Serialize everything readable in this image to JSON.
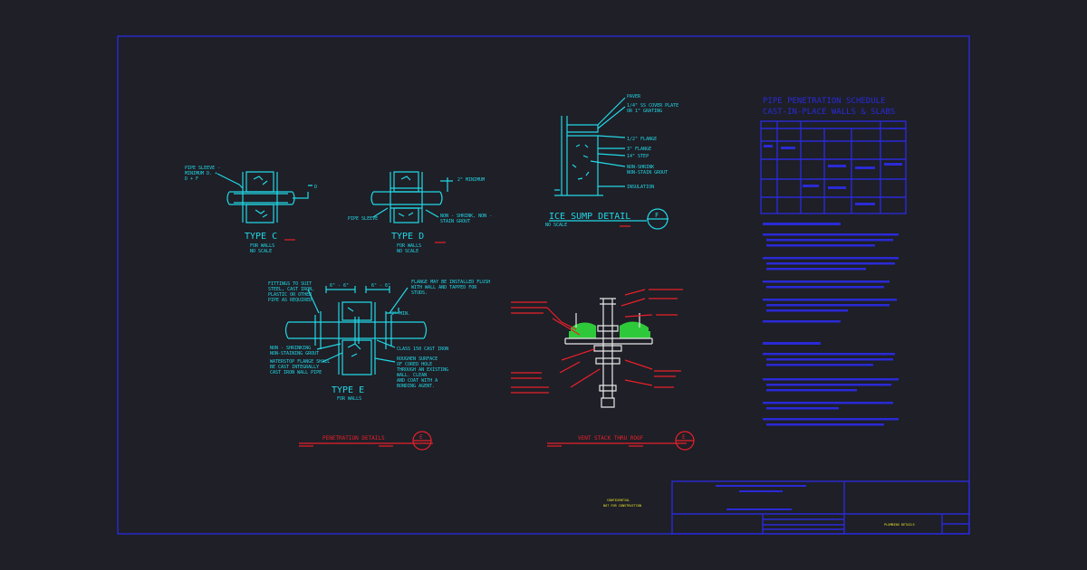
{
  "colors": {
    "background": "#1e1f27",
    "frame": "#2a2ad6",
    "detail_lines": "#22d8e6",
    "callouts": "#e8202a",
    "insulation": "#2ec93a",
    "stamp": "#e6e22a"
  },
  "type_c": {
    "title": "TYPE C",
    "sub1": "FOR WALLS",
    "sub2": "NO SCALE",
    "note1": "PIPE SLEEVE -",
    "note2": "MINIMUM  D. +",
    "note3": "D + F",
    "dim": "D"
  },
  "type_d": {
    "title": "TYPE D",
    "sub1": "FOR WALLS",
    "sub2": "NO SCALE",
    "dim": "2\" MINIMUM",
    "sleeve": "PIPE SLEEVE",
    "grout1": "NON - SHRINK, NON -",
    "grout2": "STAIN GROUT"
  },
  "ice_sump": {
    "title": "ICE SUMP DETAIL",
    "scale": "NO SCALE",
    "callout_letter": "F",
    "labels": [
      "PAVER",
      "1/4\" SS COVER PLATE",
      "OR 1\" GRATING",
      "1/2\" FLANGE",
      "3\" FLANGE",
      "14\"   STEP",
      "NON-SHRINK",
      "NON-STAIN GROUT",
      "INSULATION"
    ]
  },
  "type_e": {
    "title": "TYPE E",
    "sub1": "FOR WALLS",
    "left_notes": [
      "FITTINGS TO SUIT",
      "STEEL, CAST IRON,",
      "PLASTIC OR OTHER",
      "PIPE AS REQUIRED."
    ],
    "right_notes": [
      "FLANGE MAY BE INSTALLED FLUSH",
      "WITH WALL AND TAPPED FOR",
      "STUDS."
    ],
    "dim1": "6\" - 6\"",
    "dim2": "6\" - 6\"",
    "dim3": "2\" MIN.",
    "grout1": "NON - SHRINKING",
    "grout2": "NON-STAINING GROUT",
    "water1": "WATERSTOP FLANGE SHALL",
    "water2": "BE CAST INTEGRALLY",
    "water3": "CAST IRON WALL PIPE",
    "class": "CLASS 150 CAST IRON",
    "rough": [
      "ROUGHEN SURFACE",
      "OF CORED HOLE",
      "THROUGH AN EXISTING",
      "WALL. CLEAN",
      "AND COAT WITH A",
      "BONDING AGENT."
    ]
  },
  "penetration": {
    "title": "PENETRATION DETAILS",
    "callout_letter": "E"
  },
  "vent": {
    "title": "VENT STACK THRU ROOF",
    "callout_letter": "E"
  },
  "schedule": {
    "title1": "PIPE PENETRATION SCHEDULE",
    "title2": "CAST-IN-PLACE WALLS & SLABS"
  },
  "stamp": {
    "line1": "CONFIDENTIAL",
    "line2": "NOT FOR CONSTRUCTION"
  },
  "title_block": {
    "sheet": "PLUMBING DETAILS"
  }
}
